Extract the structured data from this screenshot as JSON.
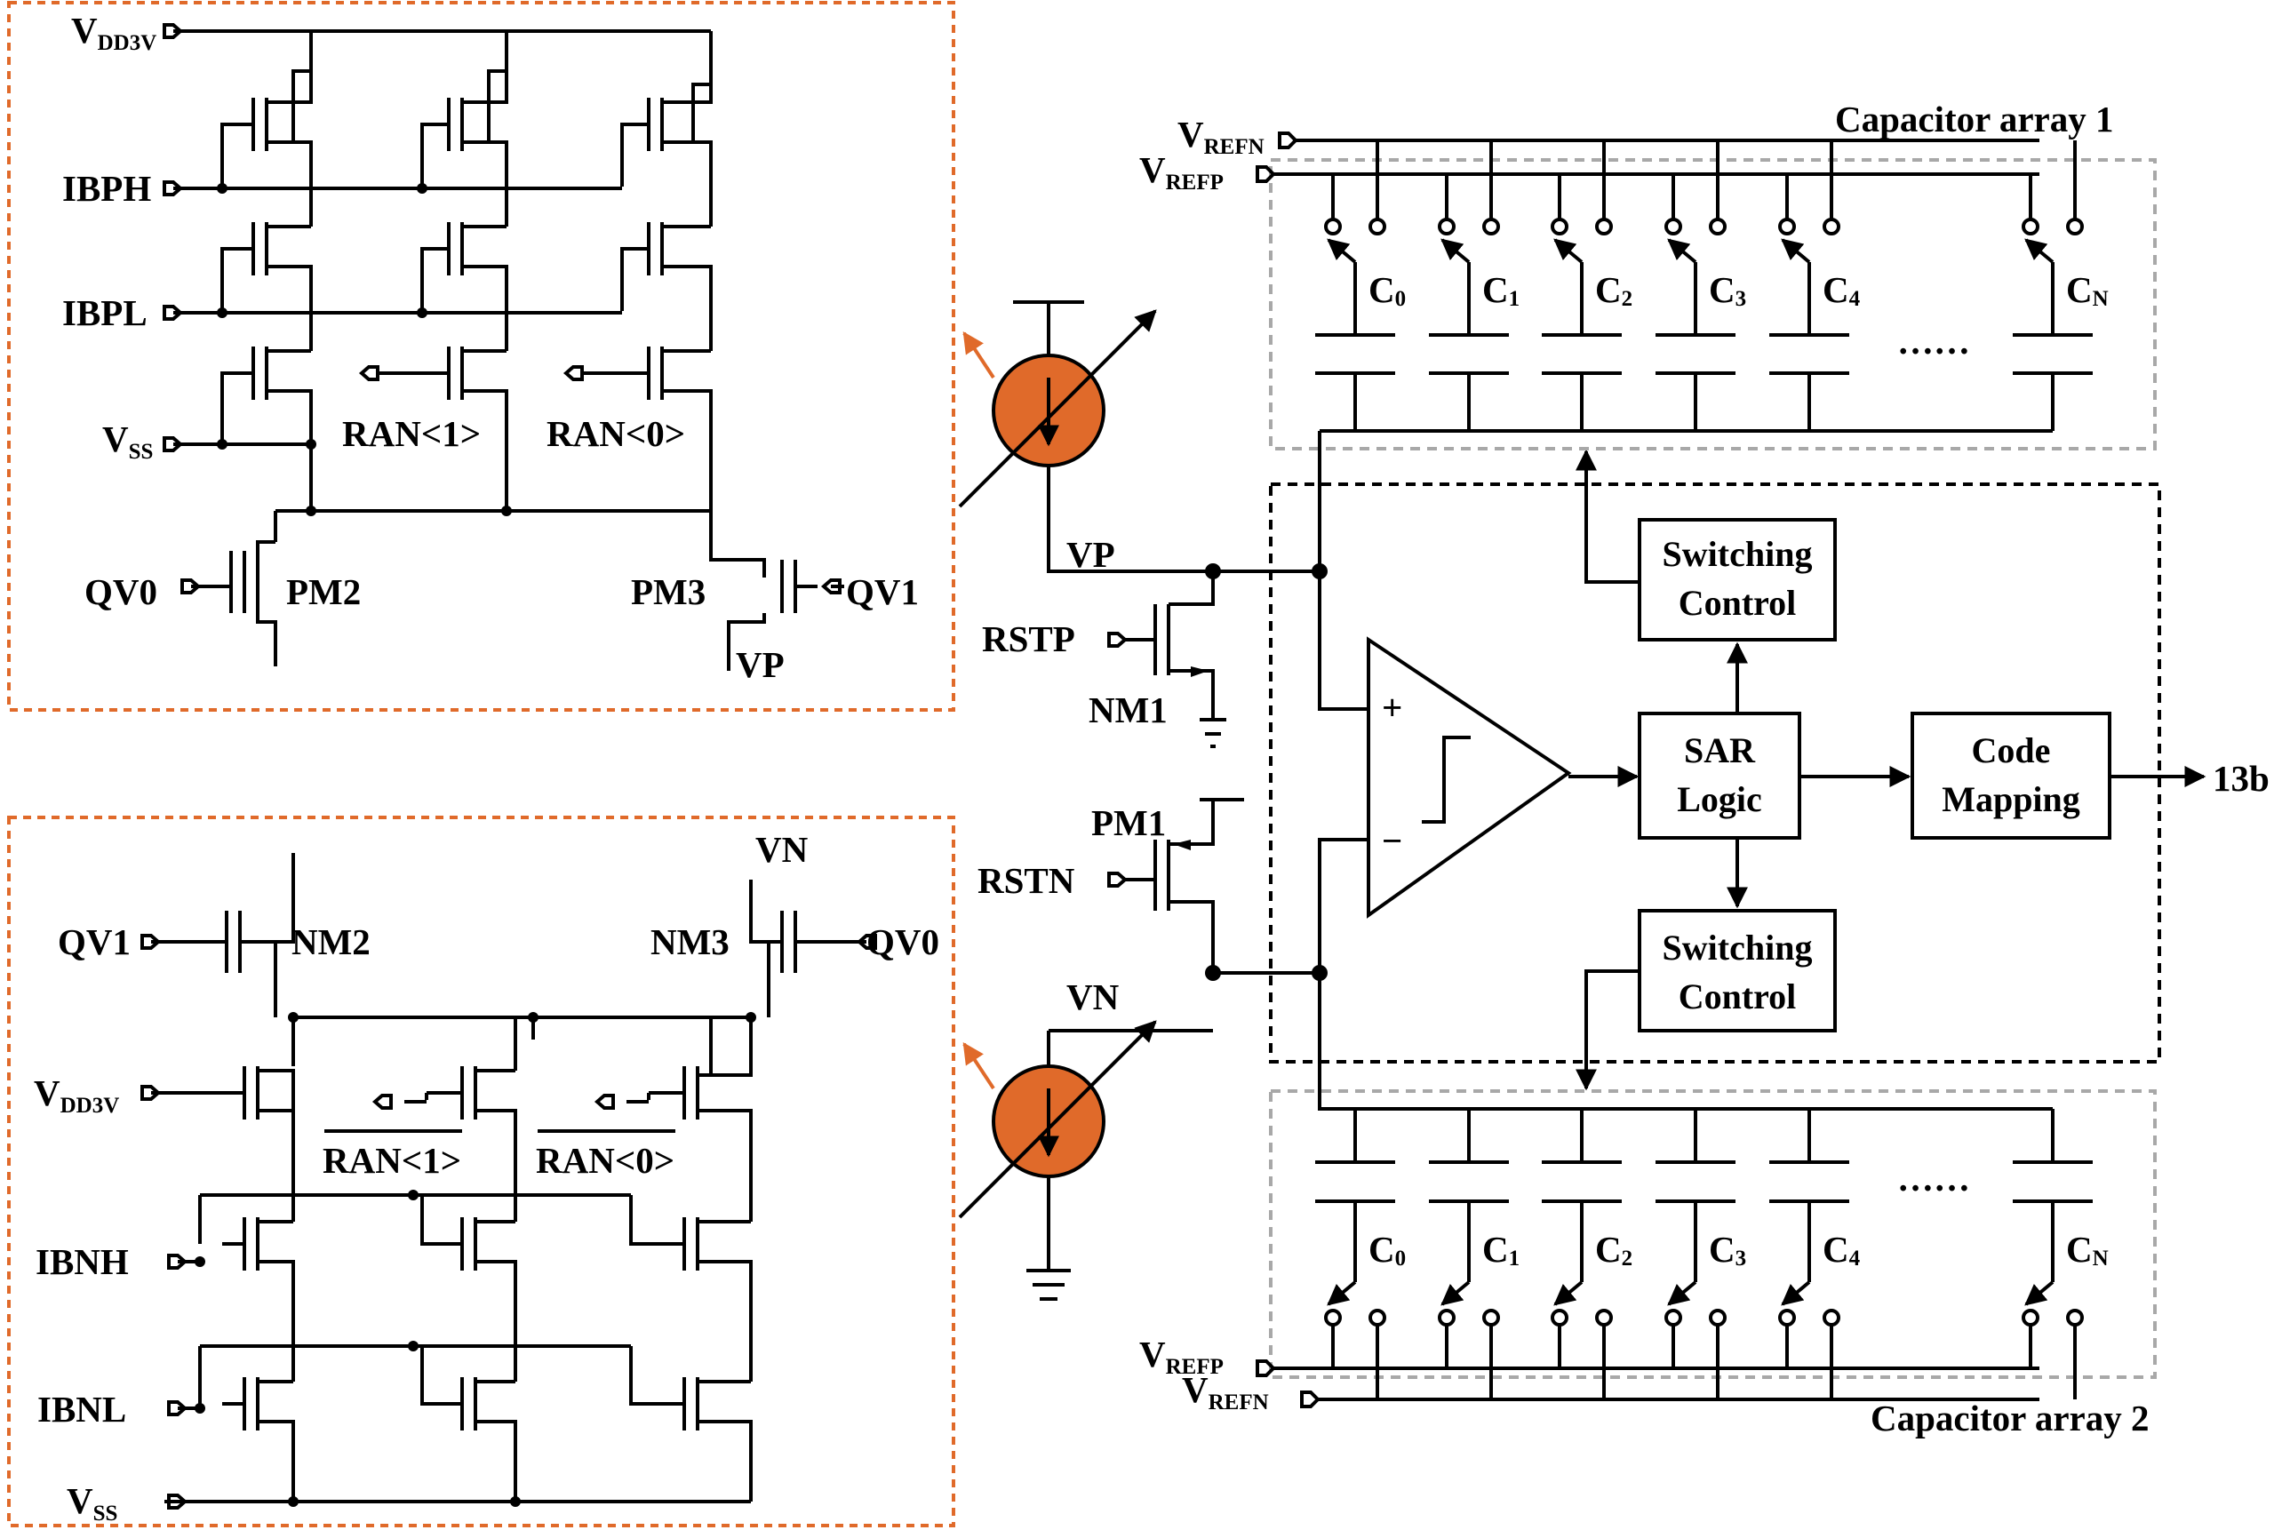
{
  "pbias": {
    "vdd": "V",
    "vdd_sub": "DD3V",
    "ibph": "IBPH",
    "ibpl": "IBPL",
    "vss": "V",
    "vss_sub": "SS",
    "ran1": "RAN<1>",
    "ran0": "RAN<0>",
    "qv0": "QV0",
    "pm2": "PM2",
    "pm3": "PM3",
    "qv1": "QV1",
    "vp": "VP"
  },
  "nbias": {
    "vn": "VN",
    "qv1": "QV1",
    "nm2": "NM2",
    "nm3": "NM3",
    "qv0": "QV0",
    "vdd": "V",
    "vdd_sub": "DD3V",
    "ran1": "RAN<1>",
    "ran0": "RAN<0>",
    "ibnh": "IBNH",
    "ibnl": "IBNL",
    "vss": "V",
    "vss_sub": "SS"
  },
  "middle": {
    "vp": "VP",
    "rstp": "RSTP",
    "nm1": "NM1",
    "pm1": "PM1",
    "rstn": "RSTN",
    "vn": "VN"
  },
  "adc": {
    "cap1_title": "Capacitor array 1",
    "cap2_title": "Capacitor array 2",
    "v": "V",
    "refn": "REFN",
    "refp": "REFP",
    "caps": [
      {
        "c": "C",
        "s": "0"
      },
      {
        "c": "C",
        "s": "1"
      },
      {
        "c": "C",
        "s": "2"
      },
      {
        "c": "C",
        "s": "3"
      },
      {
        "c": "C",
        "s": "4"
      },
      {
        "c": "C",
        "s": "N"
      }
    ],
    "ellipsis": "……",
    "plus": "+",
    "minus": "−",
    "switching_control_line1": "Switching",
    "switching_control_line2": "Control",
    "sar_line1": "SAR",
    "sar_line2": "Logic",
    "code_line1": "Code",
    "code_line2": "Mapping",
    "output": "13b"
  },
  "colors": {
    "accent": "#e06a2a",
    "dashed_gray": "#a8a8a8"
  }
}
